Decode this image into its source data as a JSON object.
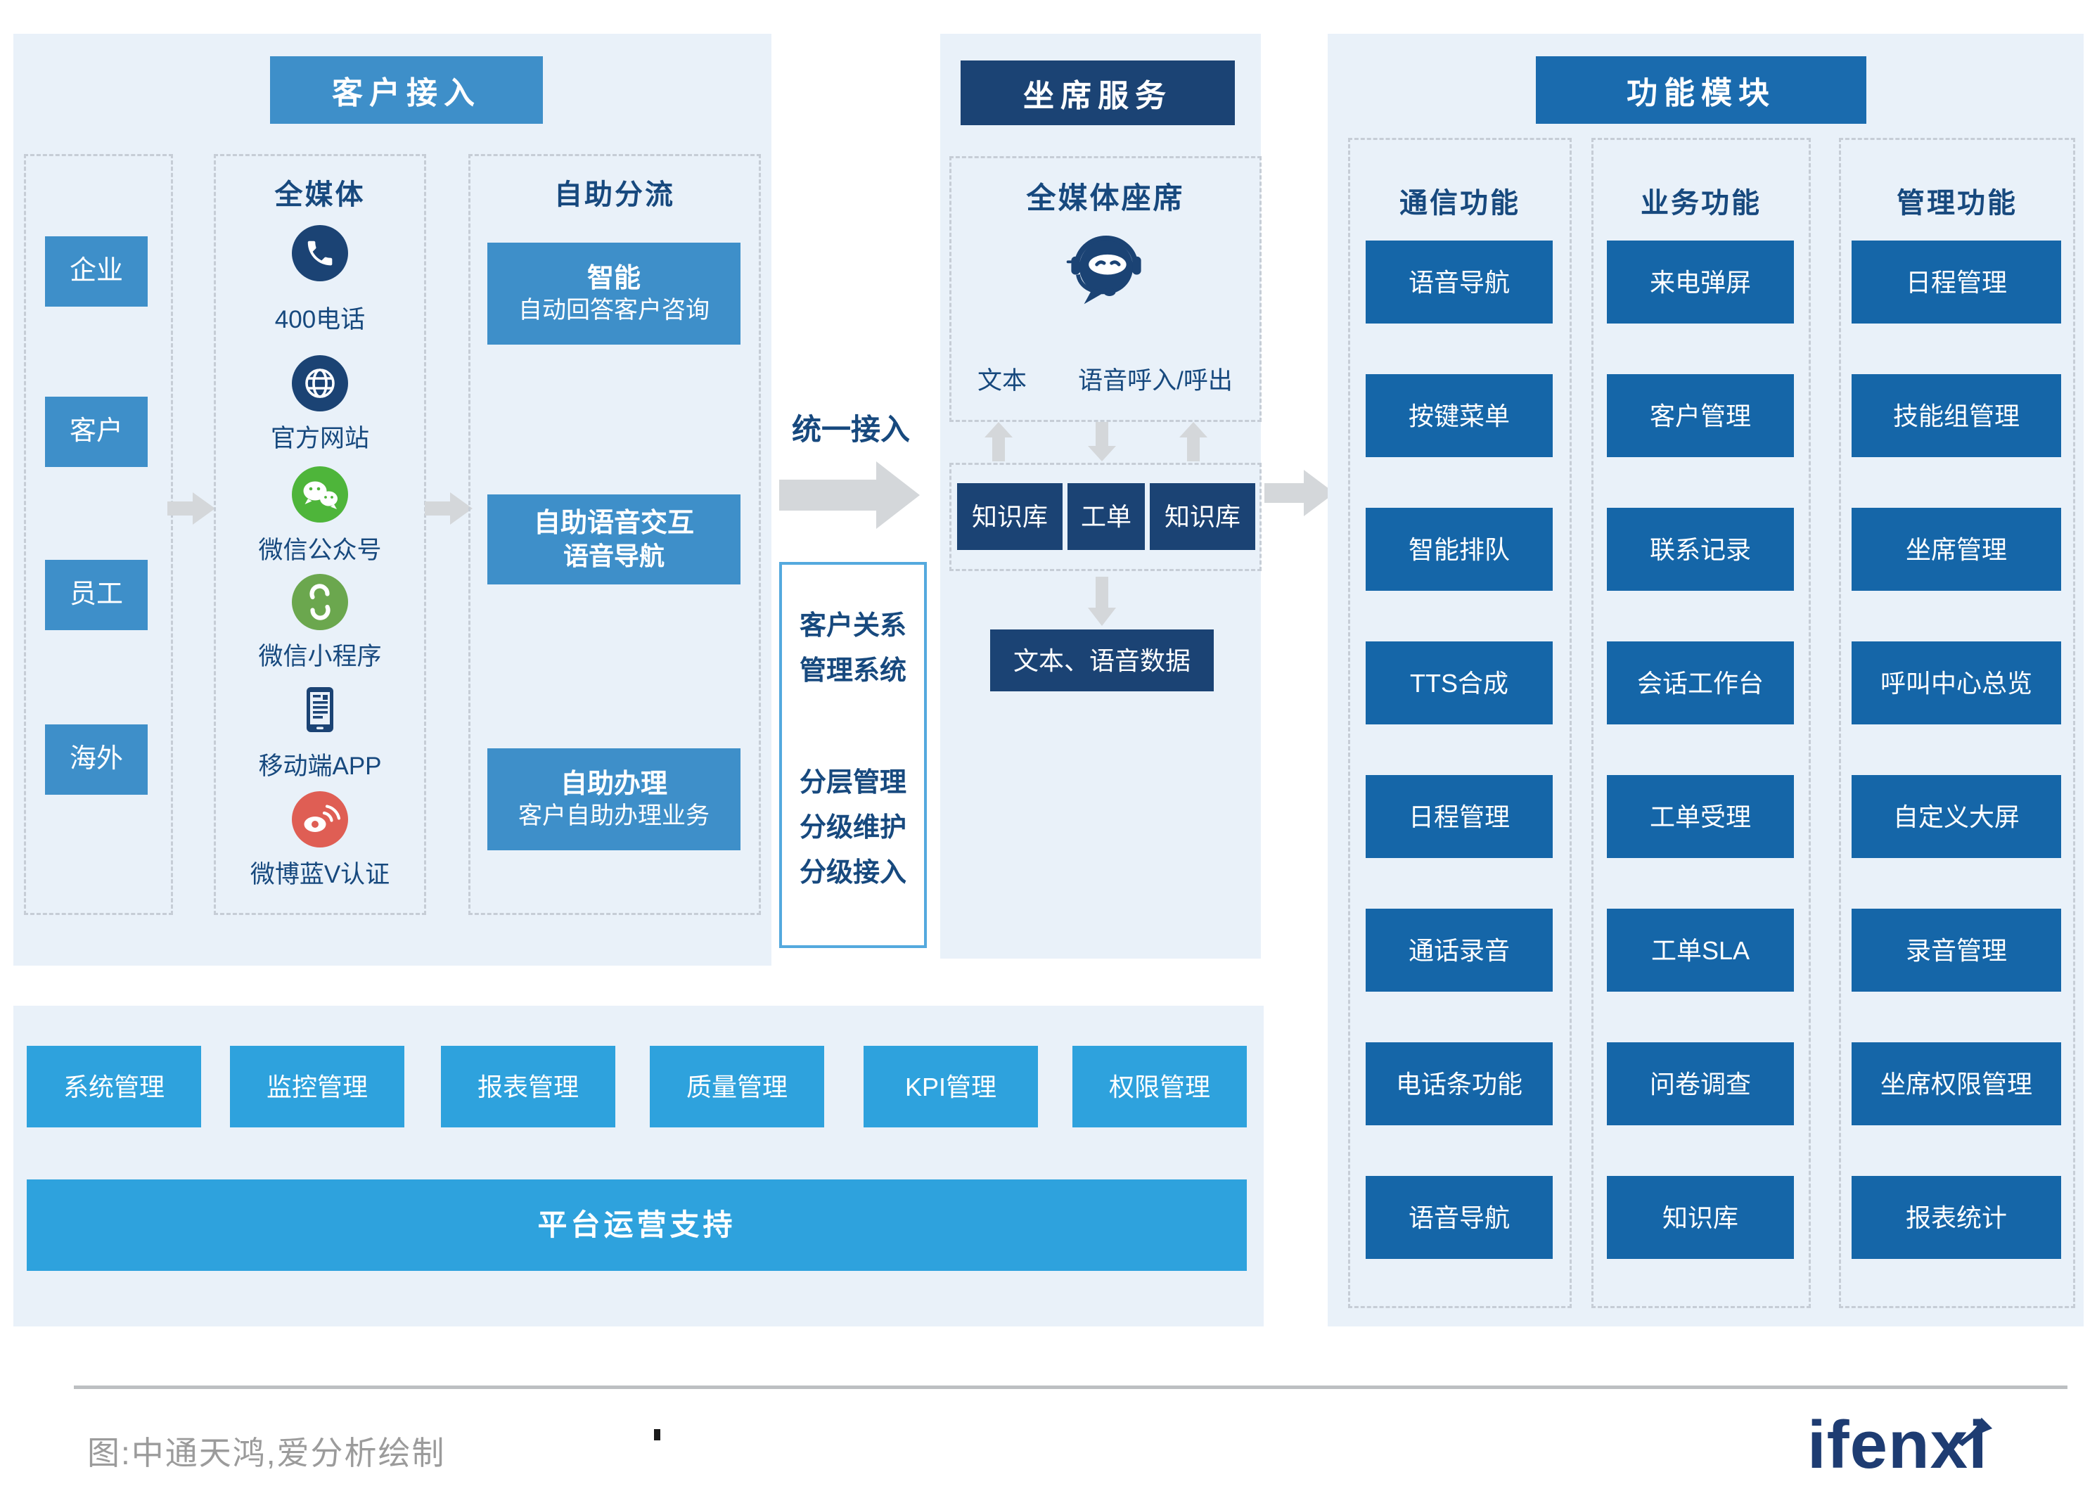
{
  "colors": {
    "panel_bg": "#E9F1F9",
    "medium_blue": "#3E8FC9",
    "navy": "#1B4374",
    "module_blue": "#1566A8",
    "module_header_blue": "#1A6BAE",
    "cyan_blue": "#2EA2DD",
    "text_navy": "#17497E",
    "arrow_gray": "#D4D7DA",
    "dashed_gray": "#C6CDD6",
    "crm_border": "#54A9DE",
    "wechat_green": "#4EB53A",
    "miniprogram_green": "#6BA74E",
    "weibo_red": "#DF5E54",
    "caption_gray": "#9B9B9B",
    "logo_navy": "#1E3C72"
  },
  "left_panel": {
    "header": "客户接入",
    "sources": [
      "企业",
      "客户",
      "员工",
      "海外"
    ],
    "media": {
      "title": "全媒体",
      "channels": [
        {
          "icon": "phone-icon",
          "label": "400电话"
        },
        {
          "icon": "globe-icon",
          "label": "官方网站"
        },
        {
          "icon": "wechat-icon",
          "label": "微信公众号"
        },
        {
          "icon": "miniprogram-icon",
          "label": "微信小程序"
        },
        {
          "icon": "mobile-app-icon",
          "label": "移动端APP"
        },
        {
          "icon": "weibo-icon",
          "label": "微博蓝V认证"
        }
      ]
    },
    "selfservice": {
      "title": "自助分流",
      "boxes": [
        {
          "line1": "智能",
          "line2": "自动回答客户咨询"
        },
        {
          "line1": "自助语音交互",
          "line2": "语音导航"
        },
        {
          "line1": "自助办理",
          "line2": "客户自助办理业务"
        }
      ]
    }
  },
  "unified_access_label": "统一接入",
  "crm_box": {
    "title_lines": [
      "客户关系",
      "管理系统"
    ],
    "feature_lines": [
      "分层管理",
      "分级维护",
      "分级接入"
    ]
  },
  "agent_panel": {
    "header": "坐席服务",
    "omni_agent": {
      "title": "全媒体座席",
      "icon": "agent-headset-icon",
      "text_label": "文本",
      "voice_label": "语音呼入/呼出"
    },
    "kb_row": [
      "知识库",
      "工单",
      "知识库"
    ],
    "data_box": "文本、语音数据"
  },
  "modules_panel": {
    "header": "功能模块",
    "columns": [
      {
        "title": "通信功能",
        "items": [
          "语音导航",
          "按键菜单",
          "智能排队",
          "TTS合成",
          "日程管理",
          "通话录音",
          "电话条功能",
          "语音导航"
        ]
      },
      {
        "title": "业务功能",
        "items": [
          "来电弹屏",
          "客户管理",
          "联系记录",
          "会话工作台",
          "工单受理",
          "工单SLA",
          "问卷调查",
          "知识库"
        ]
      },
      {
        "title": "管理功能",
        "items": [
          "日程管理",
          "技能组管理",
          "坐席管理",
          "呼叫中心总览",
          "自定义大屏",
          "录音管理",
          "坐席权限管理",
          "报表统计"
        ]
      }
    ]
  },
  "ops_panel": {
    "boxes": [
      "系统管理",
      "监控管理",
      "报表管理",
      "质量管理",
      "KPI管理",
      "权限管理"
    ],
    "bar": "平台运营支持"
  },
  "footer": {
    "caption": "图:中通天鸿,爱分析绘制",
    "dot": "·",
    "logo": "ifenxi",
    "logo_icon": "ifenxi-arrow-icon"
  }
}
